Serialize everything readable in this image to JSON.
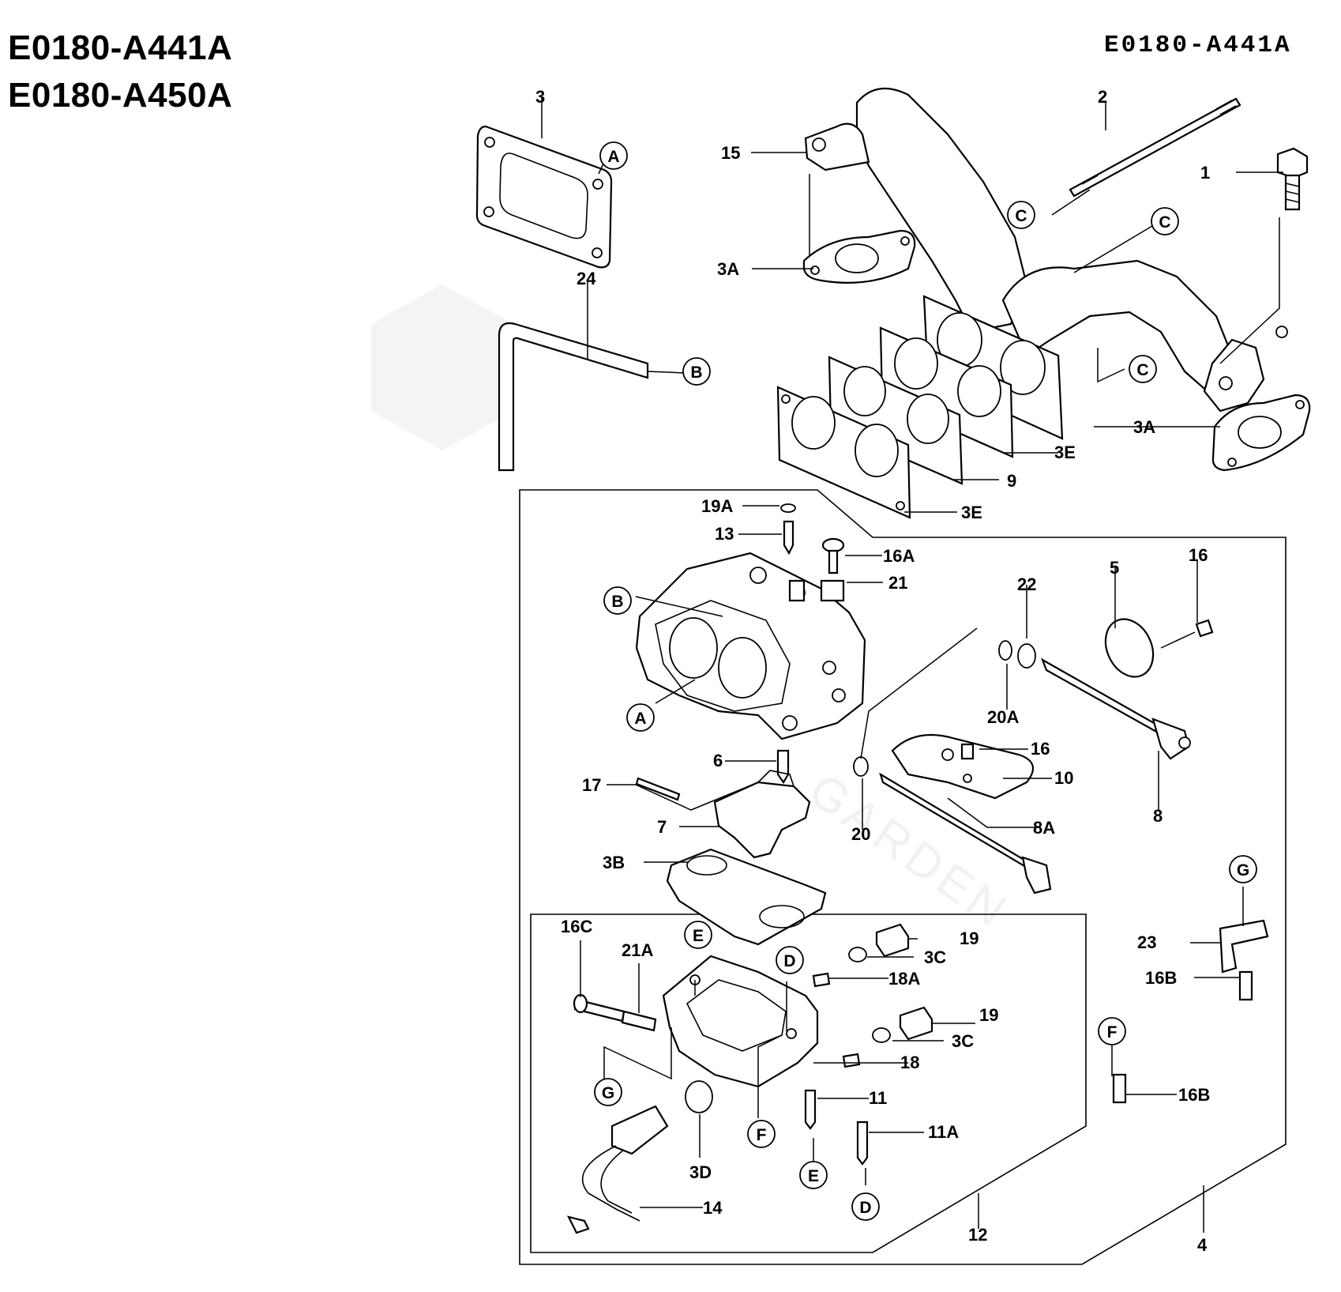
{
  "header": {
    "model_codes": [
      "E0180-A441A",
      "E0180-A450A"
    ],
    "page_code": "E0180-A441A"
  },
  "callouts": [
    "1",
    "2",
    "3",
    "3A",
    "3A",
    "3B",
    "3C",
    "3C",
    "3D",
    "3E",
    "3E",
    "4",
    "5",
    "6",
    "7",
    "8",
    "8A",
    "9",
    "10",
    "11",
    "11A",
    "12",
    "13",
    "14",
    "15",
    "16",
    "16",
    "16A",
    "16B",
    "16B",
    "16C",
    "17",
    "18",
    "18A",
    "19",
    "19",
    "19A",
    "20",
    "20A",
    "21",
    "21A",
    "22",
    "23",
    "24"
  ],
  "reference_markers": [
    "A",
    "A",
    "B",
    "B",
    "C",
    "C",
    "C",
    "D",
    "D",
    "E",
    "E",
    "F",
    "F",
    "G",
    "G"
  ],
  "watermark": {
    "text": "GARDEN"
  }
}
